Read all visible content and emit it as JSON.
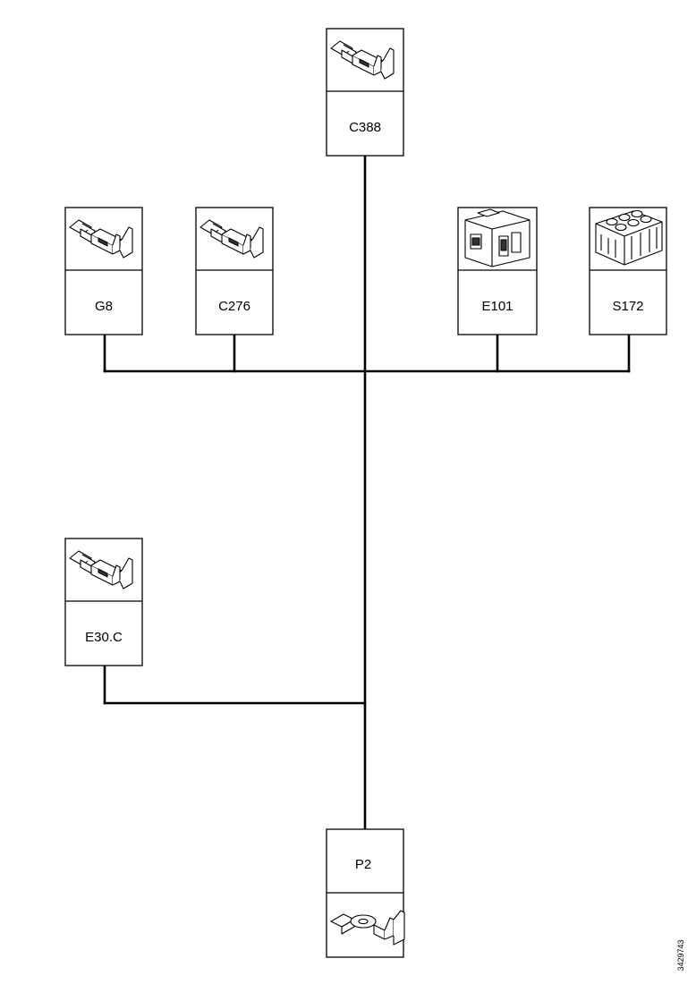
{
  "figure_id": "3429743",
  "connectors": [
    {
      "id": "c388",
      "label": "C388",
      "icon": "terminal-icon"
    },
    {
      "id": "g8",
      "label": "G8",
      "icon": "terminal-icon"
    },
    {
      "id": "c276",
      "label": "C276",
      "icon": "terminal-icon"
    },
    {
      "id": "e101",
      "label": "E101",
      "icon": "connector-housing-icon"
    },
    {
      "id": "s172",
      "label": "S172",
      "icon": "multi-pin-connector-icon"
    },
    {
      "id": "e30c",
      "label": "E30.C",
      "icon": "terminal-icon"
    },
    {
      "id": "p2",
      "label": "P2",
      "icon": "ring-terminal-icon"
    }
  ]
}
